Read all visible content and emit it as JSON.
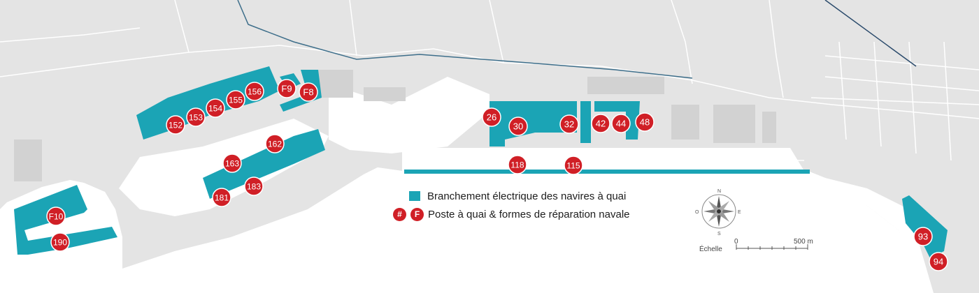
{
  "colors": {
    "land": "#e4e4e4",
    "buildings": "#d2d2d2",
    "sea": "#ffffff",
    "berth": "#1ba4b5",
    "marker": "#d01f26",
    "road": "#ffffff",
    "rail": "#3d6e8a"
  },
  "legend": {
    "electric_label": "Branchement électrique des navires à quai",
    "berth_label": "Poste à quai & formes de réparation navale",
    "symbol_number": "#",
    "symbol_form": "F"
  },
  "scale": {
    "title": "Échelle",
    "start": "0",
    "end": "500 m"
  },
  "compass": {
    "icon": "compass-rose-icon",
    "north": "N",
    "east": "E",
    "south": "S",
    "west": "O"
  },
  "berths": [
    {
      "label": "F10"
    },
    {
      "label": "190"
    },
    {
      "label": "152"
    },
    {
      "label": "153"
    },
    {
      "label": "154"
    },
    {
      "label": "155"
    },
    {
      "label": "156"
    },
    {
      "label": "F9"
    },
    {
      "label": "F8"
    },
    {
      "label": "162"
    },
    {
      "label": "163"
    },
    {
      "label": "181"
    },
    {
      "label": "183"
    },
    {
      "label": "26"
    },
    {
      "label": "30"
    },
    {
      "label": "32"
    },
    {
      "label": "42"
    },
    {
      "label": "44"
    },
    {
      "label": "48"
    },
    {
      "label": "118"
    },
    {
      "label": "115"
    },
    {
      "label": "93"
    },
    {
      "label": "94"
    }
  ]
}
